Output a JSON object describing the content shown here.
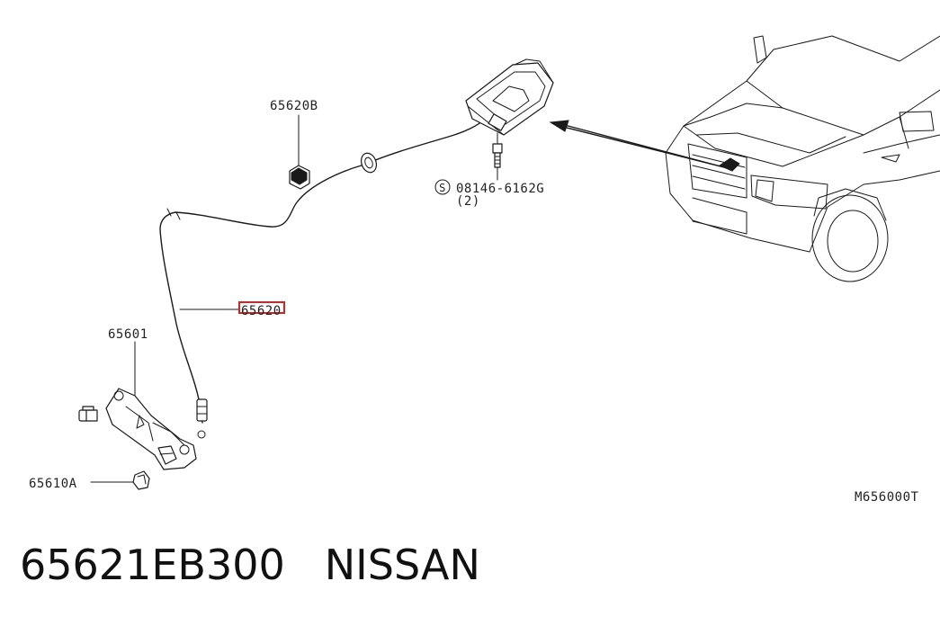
{
  "callouts": {
    "bracket": "65620B",
    "cable": "65620",
    "lock": "65601",
    "clip": "65610A",
    "bolt_symbol": "S",
    "bolt": "08146-6162G",
    "bolt_qty": "(2)"
  },
  "diagram_code": "M656000T",
  "caption": {
    "part_number": "65621EB300",
    "brand": "NISSAN"
  },
  "colors": {
    "highlight": "#e02020",
    "ink": "#1a1a1a"
  }
}
